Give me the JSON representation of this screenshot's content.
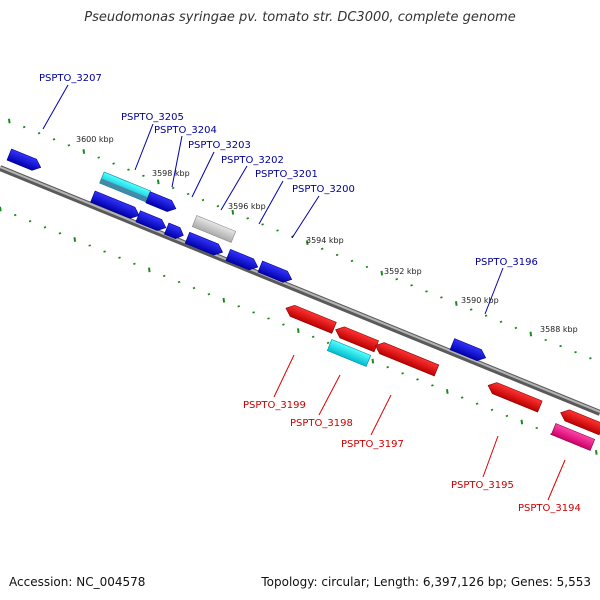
{
  "title": "Pseudomonas syringae pv. tomato str. DC3000, complete genome",
  "footer": {
    "accession": "Accession: NC_004578",
    "topology": "Topology: circular; Length: 6,397,126 bp; Genes: 5,553"
  },
  "colors": {
    "forward_gene": "#0000dd",
    "reverse_gene": "#ee0000",
    "highlight_forward": "#00dddd",
    "highlight_reverse": "#ee1188",
    "pseudo_gene": "#c8c8c8",
    "label_forward": "#000099",
    "label_reverse": "#cc0000",
    "tick": "#1a8a1a",
    "backbone": "#808080"
  },
  "scale_labels": [
    "3600 kbp",
    "3598 kbp",
    "3596 kbp",
    "3594 kbp",
    "3592 kbp",
    "3590 kbp",
    "3588 kbp"
  ],
  "gene_labels": [
    {
      "name": "PSPTO_3207",
      "strand": "forward"
    },
    {
      "name": "PSPTO_3205",
      "strand": "forward"
    },
    {
      "name": "PSPTO_3204",
      "strand": "forward"
    },
    {
      "name": "PSPTO_3203",
      "strand": "forward"
    },
    {
      "name": "PSPTO_3202",
      "strand": "forward"
    },
    {
      "name": "PSPTO_3201",
      "strand": "forward"
    },
    {
      "name": "PSPTO_3200",
      "strand": "forward"
    },
    {
      "name": "PSPTO_3196",
      "strand": "forward"
    },
    {
      "name": "PSPTO_3199",
      "strand": "reverse"
    },
    {
      "name": "PSPTO_3198",
      "strand": "reverse"
    },
    {
      "name": "PSPTO_3197",
      "strand": "reverse"
    },
    {
      "name": "PSPTO_3195",
      "strand": "reverse"
    },
    {
      "name": "PSPTO_3194",
      "strand": "reverse"
    }
  ]
}
